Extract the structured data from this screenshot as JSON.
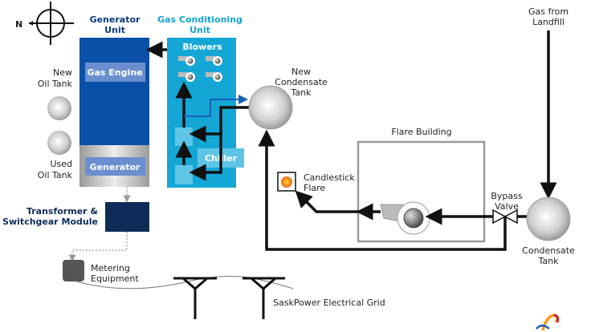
{
  "compass": {
    "north_label": "N"
  },
  "generator_unit": {
    "title_line1": "Generator",
    "title_line2": "Unit",
    "gas_engine": "Gas Engine",
    "generator": "Generator"
  },
  "gas_conditioning_unit": {
    "title_line1": "Gas Conditioning",
    "title_line2": "Unit",
    "blowers": "Blowers",
    "chiller": "Chiller"
  },
  "tanks": {
    "new_oil_tank": [
      "New",
      "Oil Tank"
    ],
    "used_oil_tank": [
      "Used",
      "Oil Tank"
    ],
    "new_condensate_tank": [
      "New",
      "Condensate",
      "Tank"
    ],
    "condensate_tank": [
      "Condensate",
      "Tank"
    ]
  },
  "transformer": [
    "Transformer &",
    "Switchgear Module"
  ],
  "metering": [
    "Metering",
    "Equipment"
  ],
  "grid_label": "SaskPower Electrical Grid",
  "flare_building": "Flare Building",
  "candlestick_flare": [
    "Candlestick",
    "Flare"
  ],
  "bypass_valve": [
    "Bypass",
    "Valve"
  ],
  "gas_source": [
    "Gas from",
    "Landfill"
  ],
  "colors": {
    "generator_blue": "#0a50a8",
    "generator_inner": "#6a8fd0",
    "transformer_navy": "#0e2c57",
    "gas_cond_cyan": "#14a7d6",
    "gas_cond_inner": "#5ec5e6",
    "header_navy": "#0a3a7a",
    "header_cyan": "#12a3d1",
    "pipe": "#111111",
    "flare_orange": "#f07a1a"
  }
}
